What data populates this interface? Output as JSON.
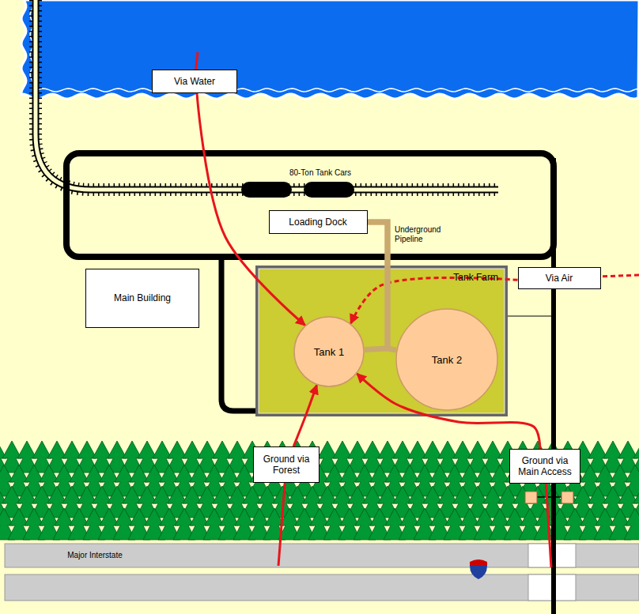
{
  "diagram": {
    "nodes": [
      {
        "text": [
          "Via Water"
        ]
      },
      {
        "text": [
          "Loading Dock"
        ]
      },
      {
        "text": [
          "Via Air"
        ]
      },
      {
        "text": [
          "Main Building"
        ]
      },
      {
        "text": [
          "Tank Farm"
        ]
      },
      {
        "text": [
          "Tank 1"
        ],
        "in": 4
      },
      {
        "text": [
          "Tank 2"
        ],
        "in": 4
      },
      {
        "text": [
          "Ground via Forest"
        ]
      },
      {
        "text": [
          "Ground via Main Access"
        ]
      }
    ],
    "edges": [
      {
        "from": 0,
        "to": 5,
        "arrow": "to"
      },
      {
        "from": 2,
        "to": 5,
        "arrow": "to"
      },
      {
        "from": 7,
        "to": 5,
        "arrow": "to"
      },
      {
        "from": 8,
        "to": 5,
        "arrow": "to"
      },
      {
        "from": 1,
        "to": 5,
        "arrow": "none"
      },
      {
        "from": 1,
        "to": 6,
        "arrow": "none"
      }
    ],
    "labels": [
      "80-Ton Tank Cars",
      "Underground Pipeline",
      "Major Interstate"
    ]
  }
}
